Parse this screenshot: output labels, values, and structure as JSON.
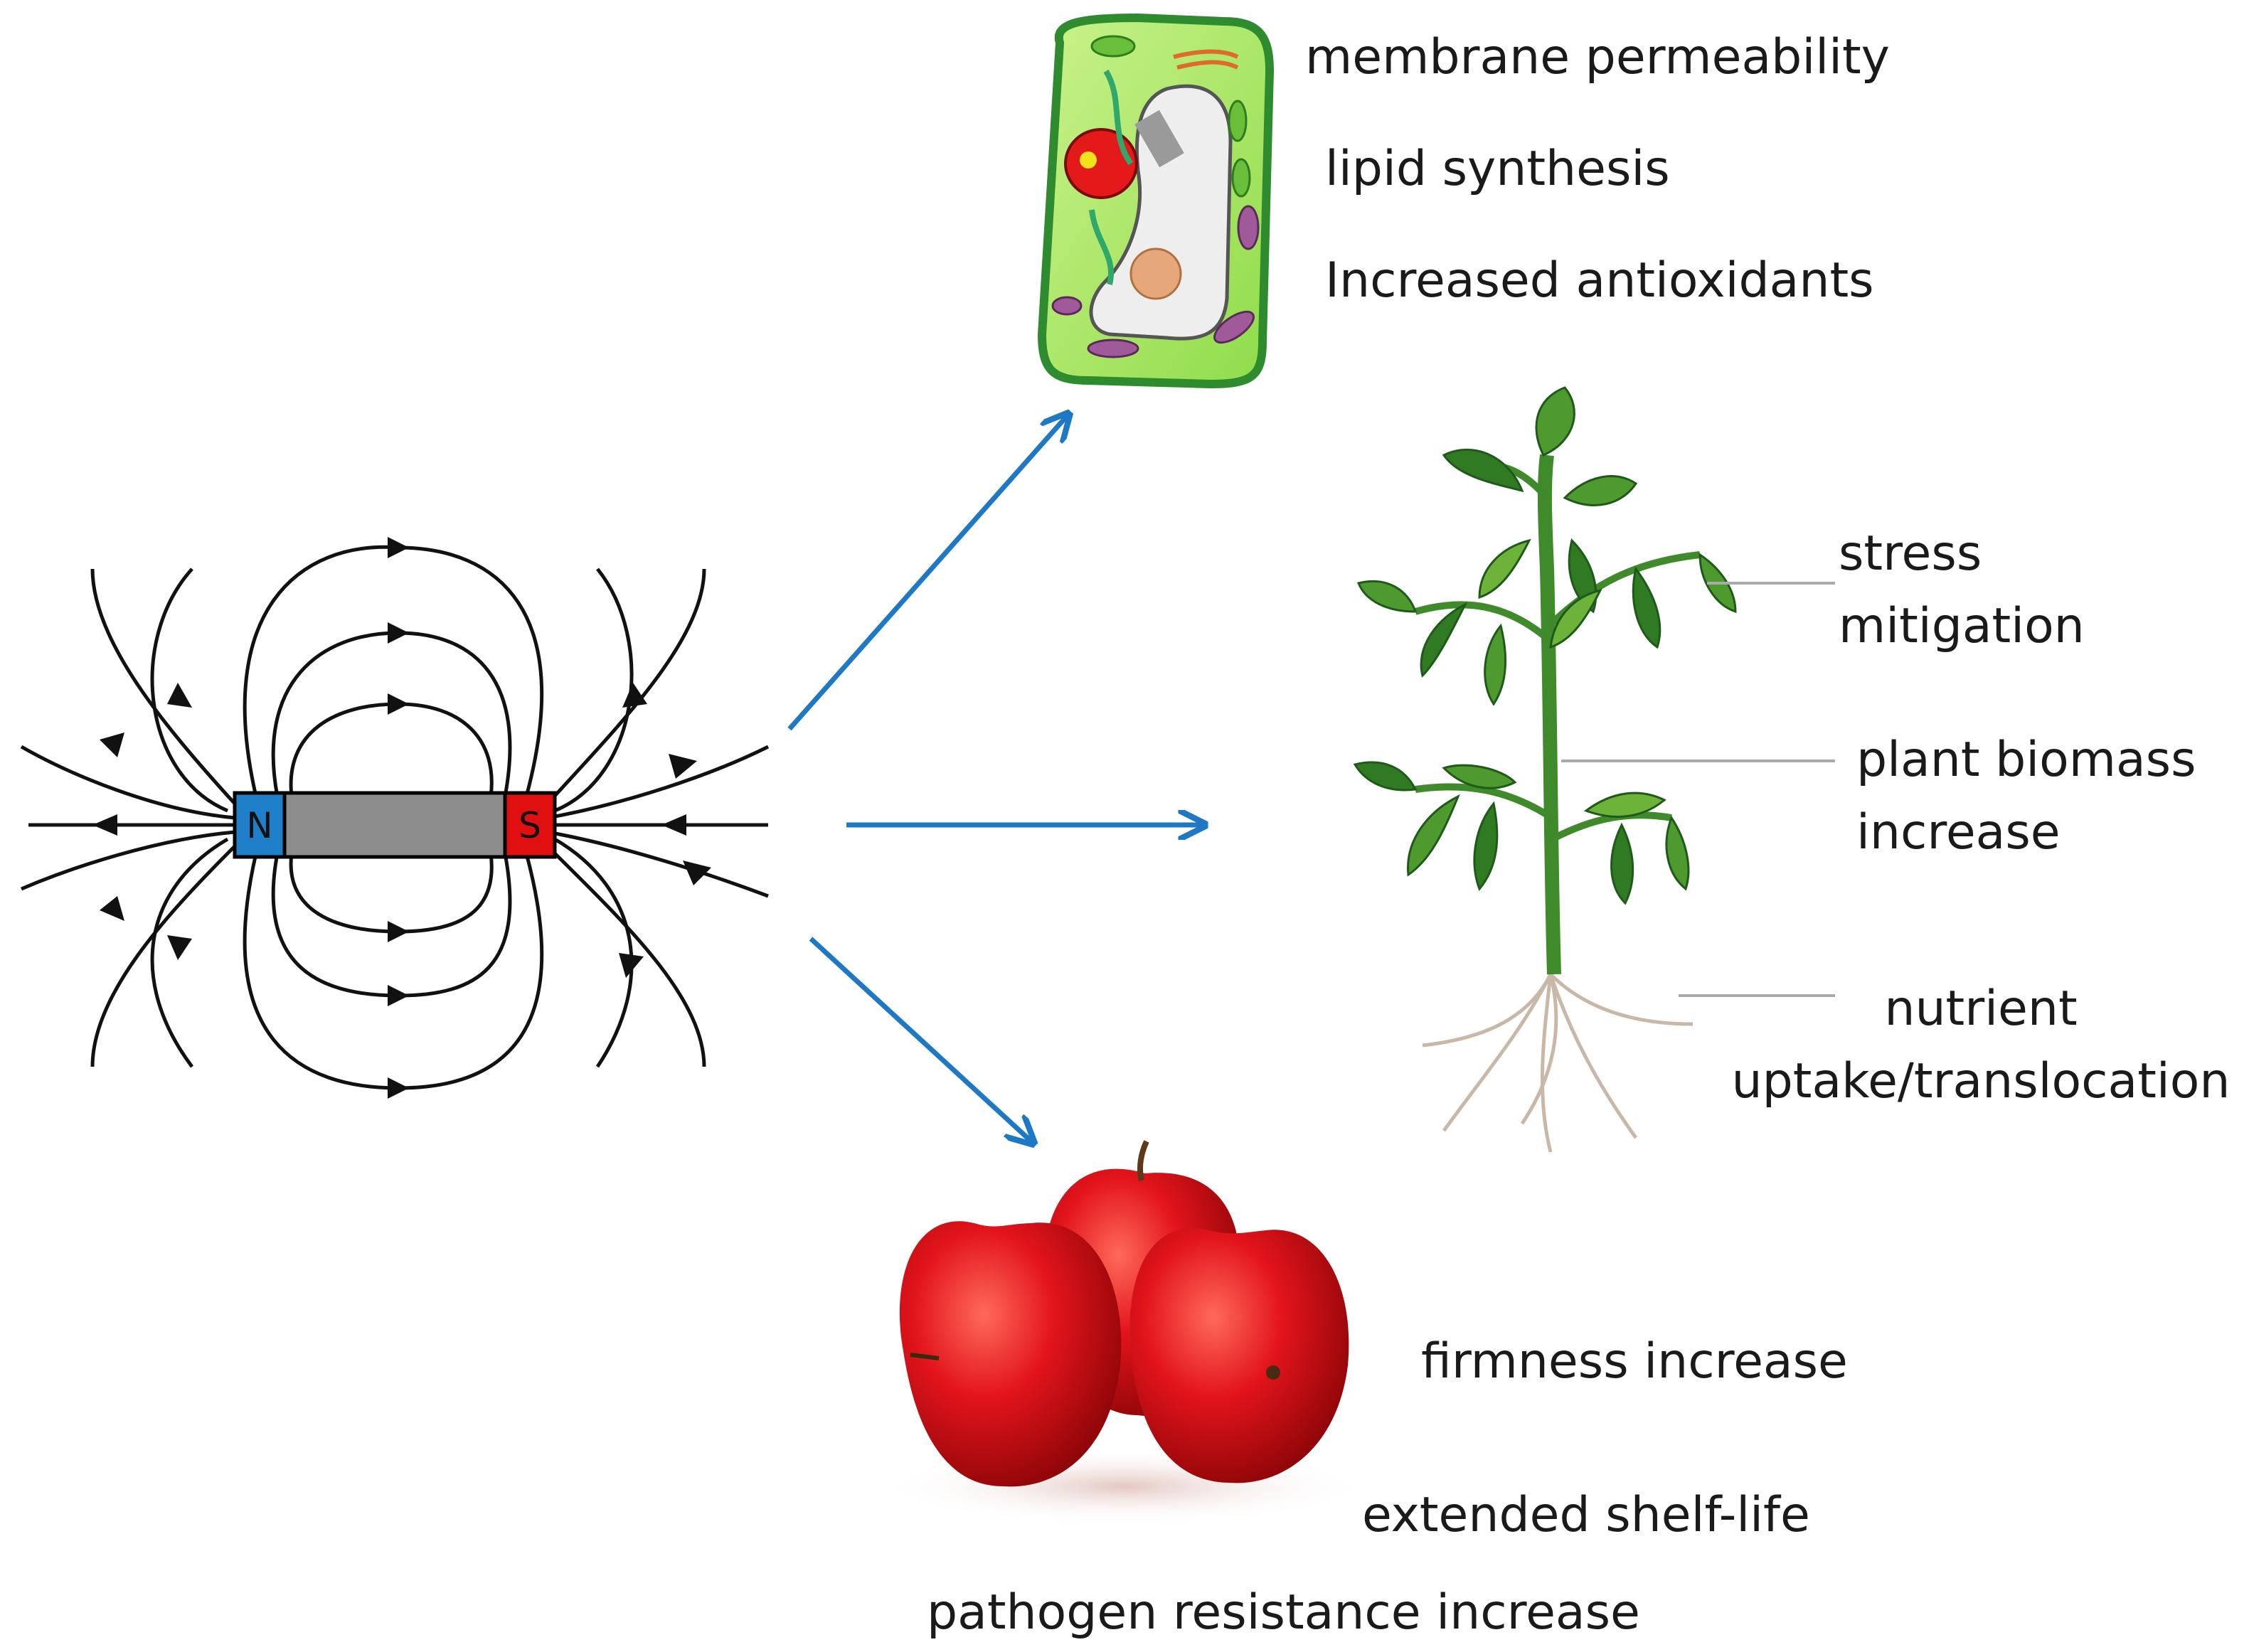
{
  "magnet": {
    "north_label": "N",
    "south_label": "S",
    "north_color": "#1f7fc9",
    "south_color": "#e01010",
    "bar_color": "#8c8c8c"
  },
  "arrow_color": "#1f78c4",
  "cell": {
    "labels": [
      "membrane permeability",
      "lipid synthesis",
      "Increased antioxidants"
    ]
  },
  "plant": {
    "labels": [
      {
        "line1": "stress",
        "line2": "mitigation"
      },
      {
        "line1": "plant biomass",
        "line2": "increase"
      },
      {
        "line1": "nutrient",
        "line2": "uptake/translocation"
      }
    ]
  },
  "fruit": {
    "labels": [
      "firmness increase",
      "extended shelf-life",
      "pathogen resistance increase"
    ]
  }
}
